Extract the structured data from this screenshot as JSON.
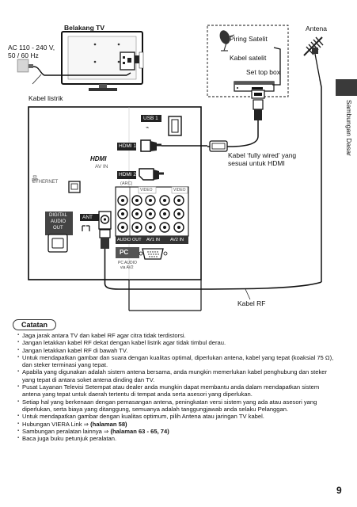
{
  "diagram": {
    "title_back": "Belakang TV",
    "ac_line1": "AC 110 - 240 V,",
    "ac_line2": "50 / 60 Hz",
    "power_cable": "Kabel listrik",
    "satellite_dish": "Piring Satelit",
    "satellite_cable": "Kabel satelit",
    "set_top_box": "Set top box",
    "antenna": "Antena",
    "hdmi_cable_line1": "Kabel ‘fully wired’ yang",
    "hdmi_cable_line2": "sesuai untuk HDMI",
    "rf_cable": "Kabel RF",
    "ports": {
      "usb": "USB 1",
      "hdmi_logo": "HDMI",
      "av_in": "AV IN",
      "hdmi1": "HDMI 1",
      "hdmi2": "HDMI 2",
      "arc": "(ARC)",
      "ethernet": "ETHERNET",
      "digital_audio_1": "DIGITAL",
      "digital_audio_2": "AUDIO",
      "digital_audio_3": "OUT",
      "ant": "ANT",
      "video1": "VIDEO",
      "video2": "VIDEO",
      "audio_out": "AUDIO OUT",
      "av1_in": "AV1  IN",
      "av2_in": "AV2  IN",
      "pc": "PC",
      "pc_audio_1": "PC AUDIO",
      "pc_audio_2": "via AV2"
    }
  },
  "sidebar_label": "Sambungan Dasar",
  "notes": {
    "title": "Catatan",
    "items": [
      {
        "text": "Jaga jarak antara TV dan kabel RF agar citra tidak terdistorsi.",
        "bold": ""
      },
      {
        "text": "Jangan letakkan kabel RF dekat dengan kabel listrik agar tidak timbul derau.",
        "bold": ""
      },
      {
        "text": "Jangan letakkan kabel RF di bawah TV.",
        "bold": ""
      },
      {
        "text": "Untuk mendapatkan gambar dan suara dengan kualitas optimal, diperlukan antena, kabel yang tepat (koaksial 75 Ω), dan steker terminasi yang tepat.",
        "bold": ""
      },
      {
        "text": "Apabila yang digunakan adalah sistem antena bersama, anda mungkin memerlukan kabel penghubung dan steker yang tepat di antara soket antena dinding dan TV.",
        "bold": ""
      },
      {
        "text": "Pusat Layanan Televisi Setempat atau dealer anda mungkin dapat membantu anda dalam mendapatkan sistem antena yang tepat untuk daerah tertentu di tempat anda serta asesori yang diperlukan.",
        "bold": ""
      },
      {
        "text": "Setiap hal yang berkenaan dengan pemasangan antena, peningkatan versi sistem yang ada atau asesori yang diperlukan, serta biaya yang ditanggung, semuanya adalah tanggungjawab anda selaku Pelanggan.",
        "bold": ""
      },
      {
        "text": "Untuk mendapatkan gambar dengan kualitas optimum, pilih Antena atau jaringan TV kabel.",
        "bold": ""
      },
      {
        "text": "Hubungan VIERA Link ⇒ ",
        "bold": "(halaman 58)"
      },
      {
        "text": "Sambungan peralatan lainnya ⇒ ",
        "bold": "(halaman 63 - 65, 74)"
      },
      {
        "text": "Baca juga buku petunjuk peralatan.",
        "bold": ""
      }
    ]
  },
  "page_number": "9"
}
